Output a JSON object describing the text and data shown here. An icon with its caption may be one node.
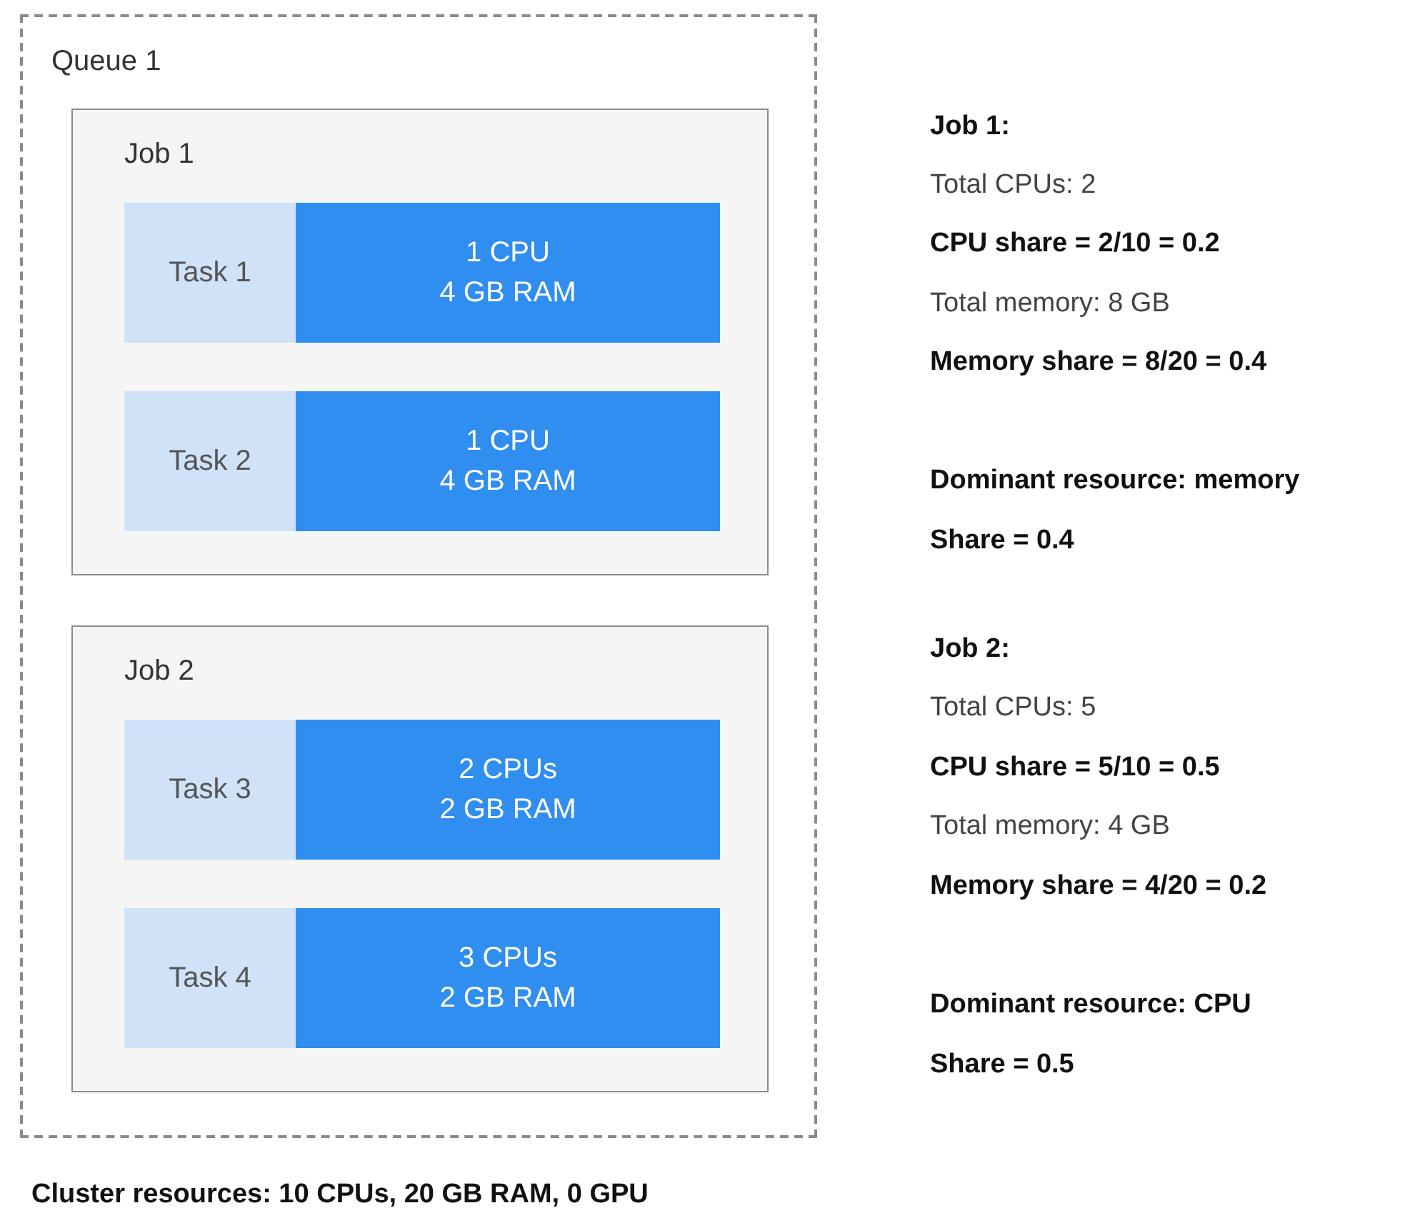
{
  "diagram": {
    "caption": "Cluster resources: 10 CPUs, 20 GB RAM, 0 GPU",
    "nodes": [
      {
        "text": [
          "Queue 1"
        ]
      },
      {
        "text": [
          "Job 1"
        ],
        "in": 0
      },
      {
        "text": [
          "Task 1"
        ],
        "in": 1
      },
      {
        "text": [
          "1 CPU 4 GB RAM"
        ],
        "in": 1
      },
      {
        "text": [
          "Task 2"
        ],
        "in": 1
      },
      {
        "text": [
          "1 CPU 4 GB RAM"
        ],
        "in": 1
      },
      {
        "text": [
          "Job 2"
        ],
        "in": 0
      },
      {
        "text": [
          "Task 3"
        ],
        "in": 6
      },
      {
        "text": [
          "2 CPUs 2 GB RAM"
        ],
        "in": 6
      },
      {
        "text": [
          "Task 4"
        ],
        "in": 6
      },
      {
        "text": [
          "3 CPUs 2 GB RAM"
        ],
        "in": 6
      }
    ],
    "labels": [
      "Job 1:",
      "Total CPUs: 2",
      "CPU share = 2/10 = 0.2",
      "Total memory: 8 GB",
      "Memory share = 8/20 = 0.4",
      "Dominant resource: memory",
      "Share = 0.4",
      "Job 2:",
      "Total CPUs: 5",
      "CPU share = 5/10 = 0.5",
      "Total memory: 4 GB",
      "Memory share = 4/20 = 0.2",
      "Dominant resource: CPU",
      "Share = 0.5"
    ]
  }
}
